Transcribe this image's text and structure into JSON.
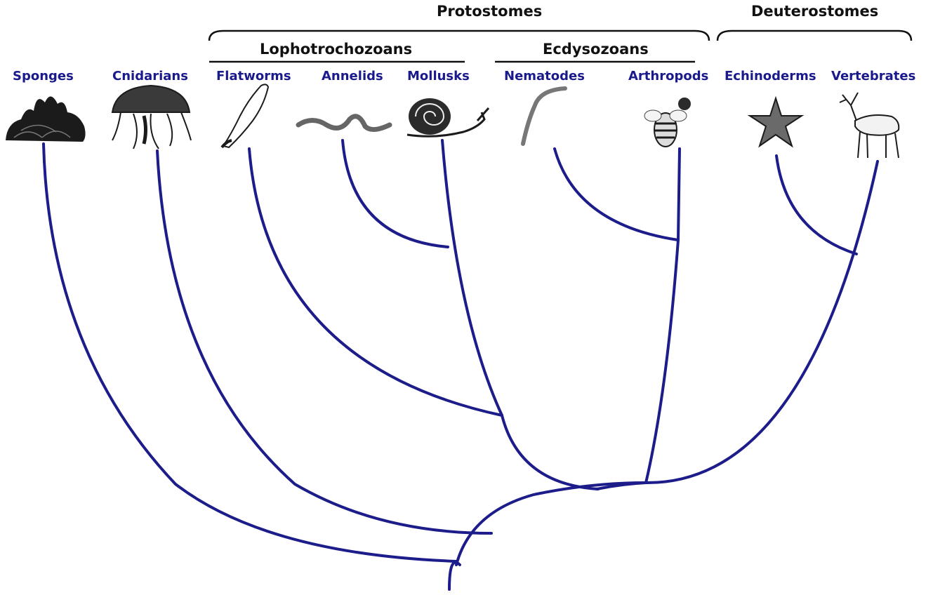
{
  "groups": {
    "protostomes": "Protostomes",
    "deuterostomes": "Deuterostomes",
    "lophotrochozoans": "Lophotrochozoans",
    "ecdysozoans": "Ecdysozoans"
  },
  "taxa": {
    "sponges": "Sponges",
    "cnidarians": "Cnidarians",
    "flatworms": "Flatworms",
    "annelids": "Annelids",
    "mollusks": "Mollusks",
    "nematodes": "Nematodes",
    "arthropods": "Arthropods",
    "echinoderms": "Echinoderms",
    "vertebrates": "Vertebrates"
  },
  "colors": {
    "branch": "#1c1c8a",
    "label": "#1a1a8c",
    "bracket": "#111111"
  }
}
